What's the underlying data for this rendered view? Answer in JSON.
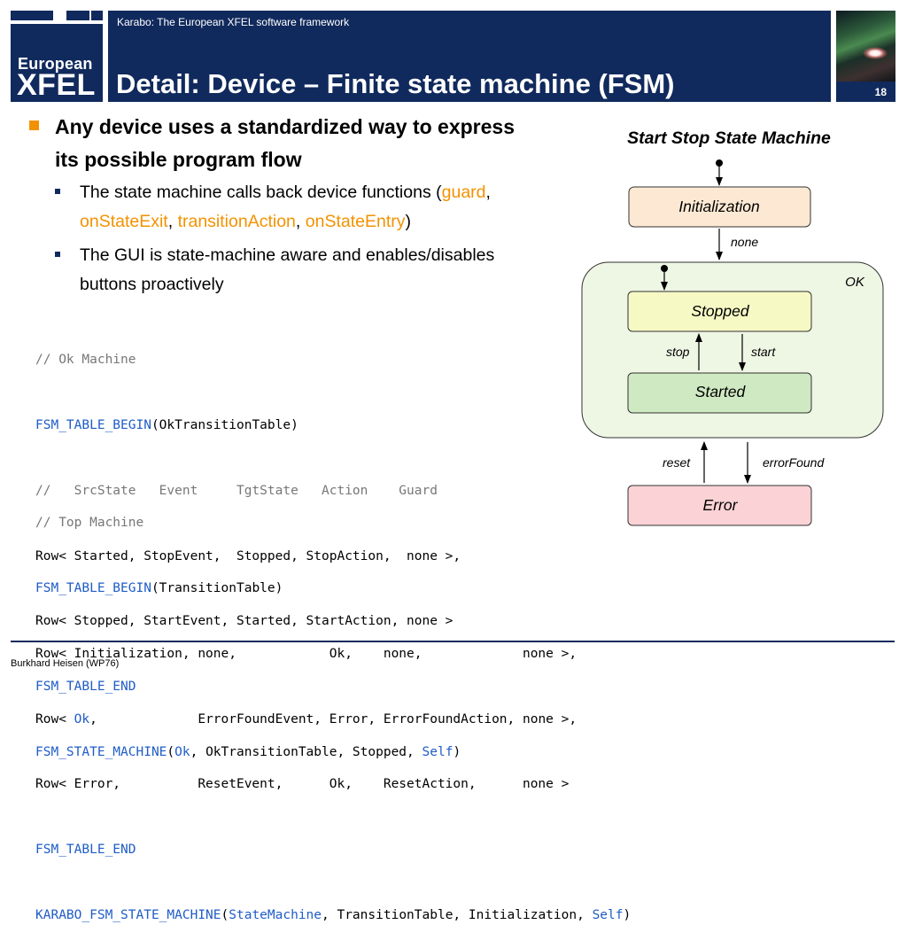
{
  "header": {
    "subtitle": "Karabo: The European XFEL software framework",
    "title": "Detail: Device – Finite state machine (FSM)",
    "logo_line1": "European",
    "logo_line2": "XFEL",
    "slide_number": "18",
    "brand_color": "#112a5d",
    "accent_color": "#f39200"
  },
  "bullets": {
    "main_line1": "Any device uses a standardized way to express",
    "main_line2": "its possible program flow",
    "sub1": {
      "prefix": "The state machine calls back device functions (",
      "guard": "guard",
      "sep1": ",",
      "onStateExit": "onStateExit",
      "sep2": ", ",
      "transitionAction": "transitionAction",
      "sep3": ", ",
      "onStateEntry": "onStateEntry",
      "suffix": ")"
    },
    "sub2_line1": "The GUI is state-machine aware and enables/disables",
    "sub2_line2": "buttons proactively"
  },
  "code_ok": {
    "comment1": "// Ok Machine",
    "table_begin_kw": "FSM_TABLE_BEGIN",
    "table_begin_arg": "(OkTransitionTable)",
    "header_comment": "//   SrcState   Event     TgtState   Action    Guard",
    "row1": "Row< Started, StopEvent,  Stopped, StopAction,  none >,",
    "row2": "Row< Stopped, StartEvent, Started, StartAction, none >",
    "table_end_kw": "FSM_TABLE_END",
    "sm_kw": "FSM_STATE_MACHINE",
    "sm_open": "(",
    "sm_ok": "Ok",
    "sm_mid": ", OkTransitionTable, Stopped, ",
    "sm_self": "Self",
    "sm_close": ")"
  },
  "code_top": {
    "comment1": "// Top Machine",
    "table_begin_kw": "FSM_TABLE_BEGIN",
    "table_begin_arg": "(TransitionTable)",
    "row1": "Row< Initialization, none,            Ok,    none,             none >,",
    "row2_pre": "Row< ",
    "row2_ok": "Ok",
    "row2_post": ",             ErrorFoundEvent, Error, ErrorFoundAction, none >,",
    "row3": "Row< Error,          ResetEvent,      Ok,    ResetAction,      none >",
    "table_end_kw": "FSM_TABLE_END",
    "sm_kw": "KARABO_FSM_STATE_MACHINE",
    "sm_open": "(",
    "sm_statemachine": "StateMachine",
    "sm_mid": ", TransitionTable, Initialization, ",
    "sm_self": "Self",
    "sm_close": ")"
  },
  "diagram": {
    "title": "Start Stop State Machine",
    "states": {
      "initialization": "Initialization",
      "stopped": "Stopped",
      "started": "Started",
      "error": "Error"
    },
    "composite_label": "OK",
    "transitions": {
      "none": "none",
      "stop": "stop",
      "start": "start",
      "reset": "reset",
      "errorFound": "errorFound"
    },
    "colors": {
      "initialization_fill": "#fde9d3",
      "stopped_fill": "#f7f9c5",
      "started_fill": "#cfe9c2",
      "error_fill": "#fbd2d5",
      "ok_fill": "#eef6e4"
    }
  },
  "footer": {
    "author": "Burkhard Heisen (WP76)"
  }
}
